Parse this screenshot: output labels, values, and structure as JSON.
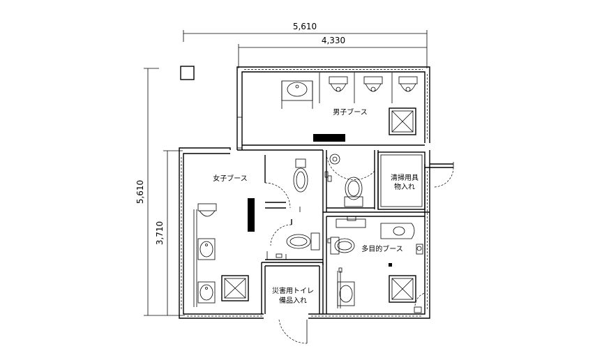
{
  "dimensions": {
    "total_width": "5,610",
    "inner_width": "4,330",
    "total_height": "5,610",
    "inner_height": "3,710"
  },
  "rooms": {
    "mens_booth": "男子ブース",
    "womens_booth": "女子ブース",
    "cleaning_storage_line1": "清掃用具",
    "cleaning_storage_line2": "物入れ",
    "multipurpose_booth": "多目的ブース",
    "disaster_toilet_line1": "災害用トイレ",
    "disaster_toilet_line2": "備品入れ"
  }
}
